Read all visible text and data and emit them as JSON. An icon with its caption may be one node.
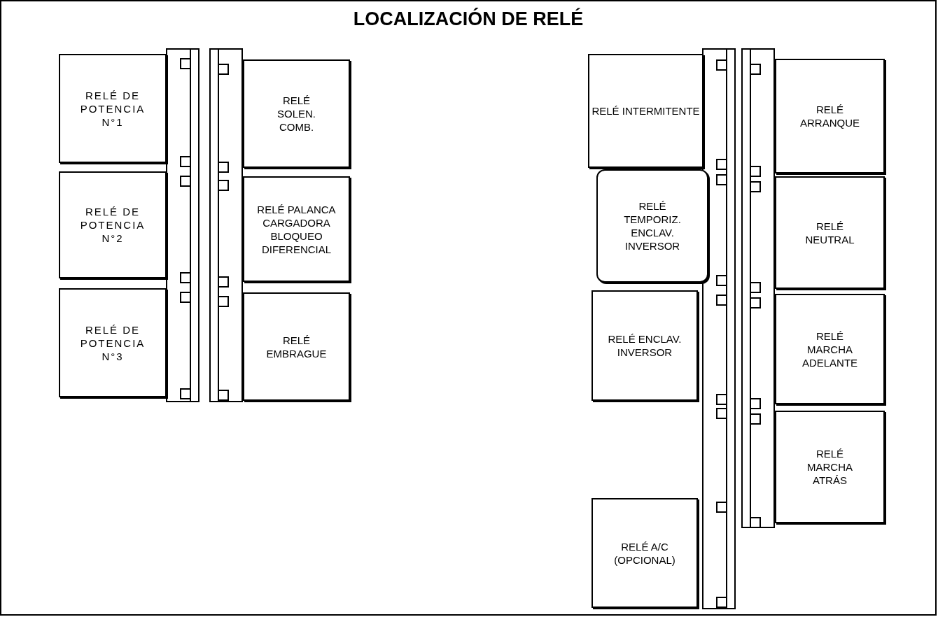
{
  "diagram": {
    "title": "LOCALIZACIÓN DE RELÉ",
    "nodes": [
      {
        "text": [
          "RELÉ DE POTENCIA N°1"
        ]
      },
      {
        "text": [
          "RELÉ DE POTENCIA N°2"
        ]
      },
      {
        "text": [
          "RELÉ DE POTENCIA N°3"
        ]
      },
      {
        "text": [
          "RELÉ SOLEN. COMB."
        ]
      },
      {
        "text": [
          "RELÉ PALANCA CARGADORA BLOQUEO DIFERENCIAL"
        ]
      },
      {
        "text": [
          "RELÉ EMBRAGUE"
        ]
      },
      {
        "text": [
          "RELÉ INTERMITENTE"
        ]
      },
      {
        "text": [
          "RELÉ TEMPORIZ. ENCLAV. INVERSOR"
        ]
      },
      {
        "text": [
          "RELÉ ENCLAV. INVERSOR"
        ]
      },
      {
        "text": [
          "RELÉ A/C (OPCIONAL)"
        ]
      },
      {
        "text": [
          "RELÉ ARRANQUE"
        ]
      },
      {
        "text": [
          "RELÉ NEUTRAL"
        ]
      },
      {
        "text": [
          "RELÉ MARCHA ADELANTE"
        ]
      },
      {
        "text": [
          "RELÉ MARCHA ATRÁS"
        ]
      }
    ]
  }
}
